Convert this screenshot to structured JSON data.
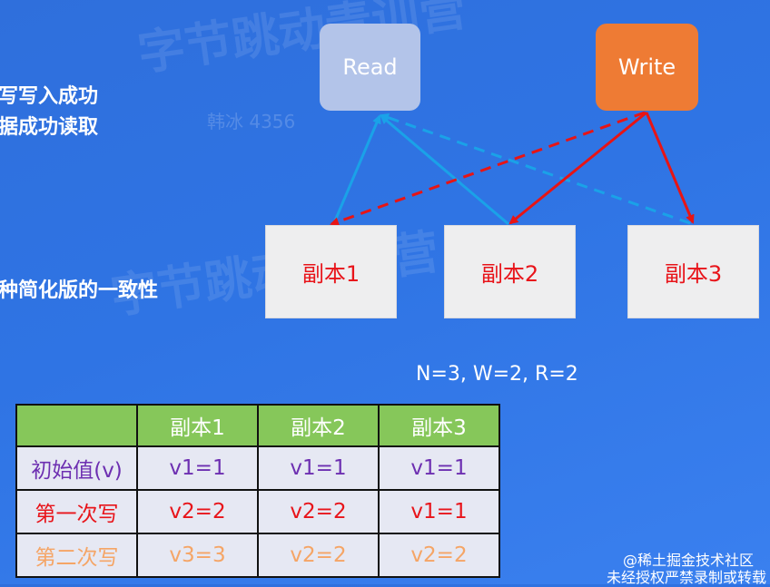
{
  "left_text": {
    "line1": "写写入成功",
    "line2": "据成功读取",
    "line3": "种简化版的一致性"
  },
  "nodes": {
    "read": "Read",
    "write": "Write"
  },
  "replicas": [
    "副本1",
    "副本2",
    "副本3"
  ],
  "formula": "N=3, W=2, R=2",
  "table": {
    "headers": [
      "",
      "副本1",
      "副本2",
      "副本3"
    ],
    "rows": [
      {
        "label": "初始值(v)",
        "cells": [
          "v1=1",
          "v1=1",
          "v1=1"
        ]
      },
      {
        "label": "第一次写",
        "cells": [
          "v2=2",
          "v2=2",
          "v1=1"
        ]
      },
      {
        "label": "第二次写",
        "cells": [
          "v3=3",
          "v2=2",
          "v2=2"
        ]
      }
    ]
  },
  "watermarks": [
    "字节跳动青训营",
    "韩冰 4356"
  ],
  "credit": {
    "line1": "@稀土掘金技术社区",
    "line2": "未经授权严禁录制或转载"
  },
  "colors": {
    "background": "#2f74e4",
    "read_node": "#b3c4e9",
    "write_node": "#ee7b34",
    "replica_text": "#e8141a",
    "read_arrow": "#1aa2e8",
    "write_arrow": "#e81414",
    "header_green": "#86c75a",
    "row1_text": "#6d2fb1",
    "row2_text": "#e8141a",
    "row3_text": "#f5a566"
  }
}
